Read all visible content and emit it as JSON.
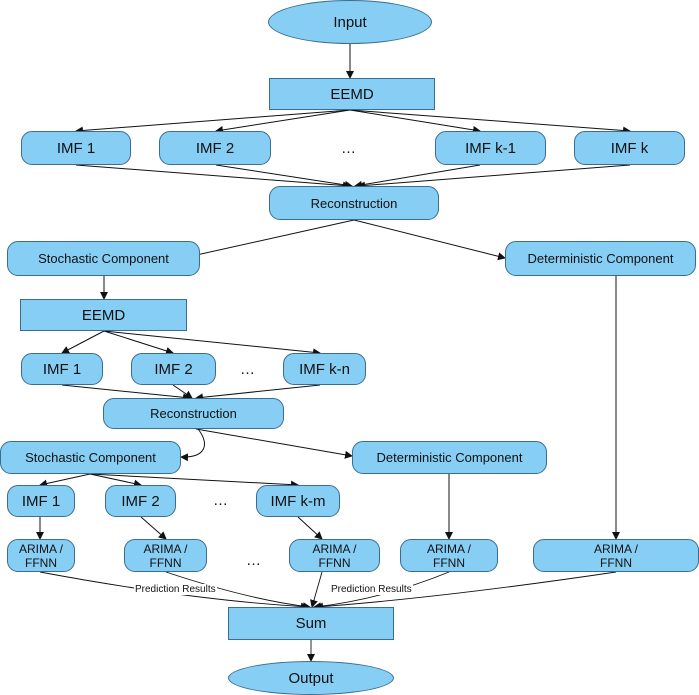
{
  "input": "Input",
  "eemd1": "EEMD",
  "imf_row1": [
    "IMF 1",
    "IMF 2",
    "IMF k-1",
    "IMF k"
  ],
  "recon1": "Reconstruction",
  "stoch1": "Stochastic Component",
  "det1": "Deterministic Component",
  "eemd2": "EEMD",
  "imf_row2": [
    "IMF 1",
    "IMF 2",
    "IMF k-n"
  ],
  "recon2": "Reconstruction",
  "stoch2": "Stochastic Component",
  "det2": "Deterministic Component",
  "imf_row3": [
    "IMF 1",
    "IMF 2",
    "IMF k-m"
  ],
  "model_line1": "ARIMA /",
  "model_line2": "FFNN",
  "ellipsis": "…",
  "prediction_label": "Prediction Results",
  "sum": "Sum",
  "output": "Output",
  "colors": {
    "node_fill": "#87CEF5",
    "node_border": "#3a6d8f",
    "arrow": "#111111"
  }
}
